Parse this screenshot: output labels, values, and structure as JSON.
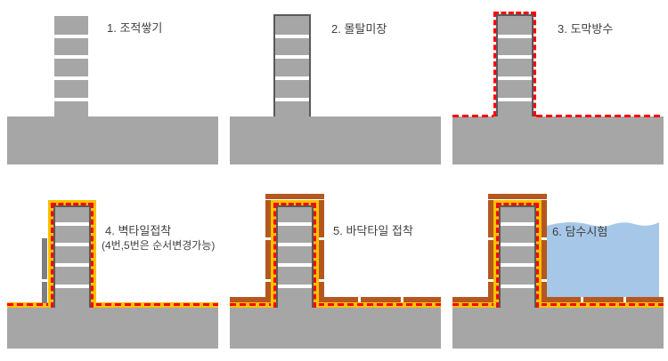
{
  "steps": [
    {
      "title": "1. 조적쌓기"
    },
    {
      "title": "2. 몰탈미장"
    },
    {
      "title": "3. 도막방수"
    },
    {
      "title": "4. 벽타일접착",
      "note": "(4번,5번은 순서변경가능)"
    },
    {
      "title": "5. 바닥타일 접착"
    },
    {
      "title": "6. 담수시험"
    }
  ],
  "colors": {
    "concrete_gray": "#A6A6A6",
    "mortar_dark_gray": "#595959",
    "waterproof_red": "#FF0000",
    "adhesive_orange": "#FFC000",
    "tile_brown": "#B4581E",
    "unfinished_tile_gray": "#7F7F7F",
    "water_blue": "#A6C7E8",
    "label_text": "#404040"
  }
}
